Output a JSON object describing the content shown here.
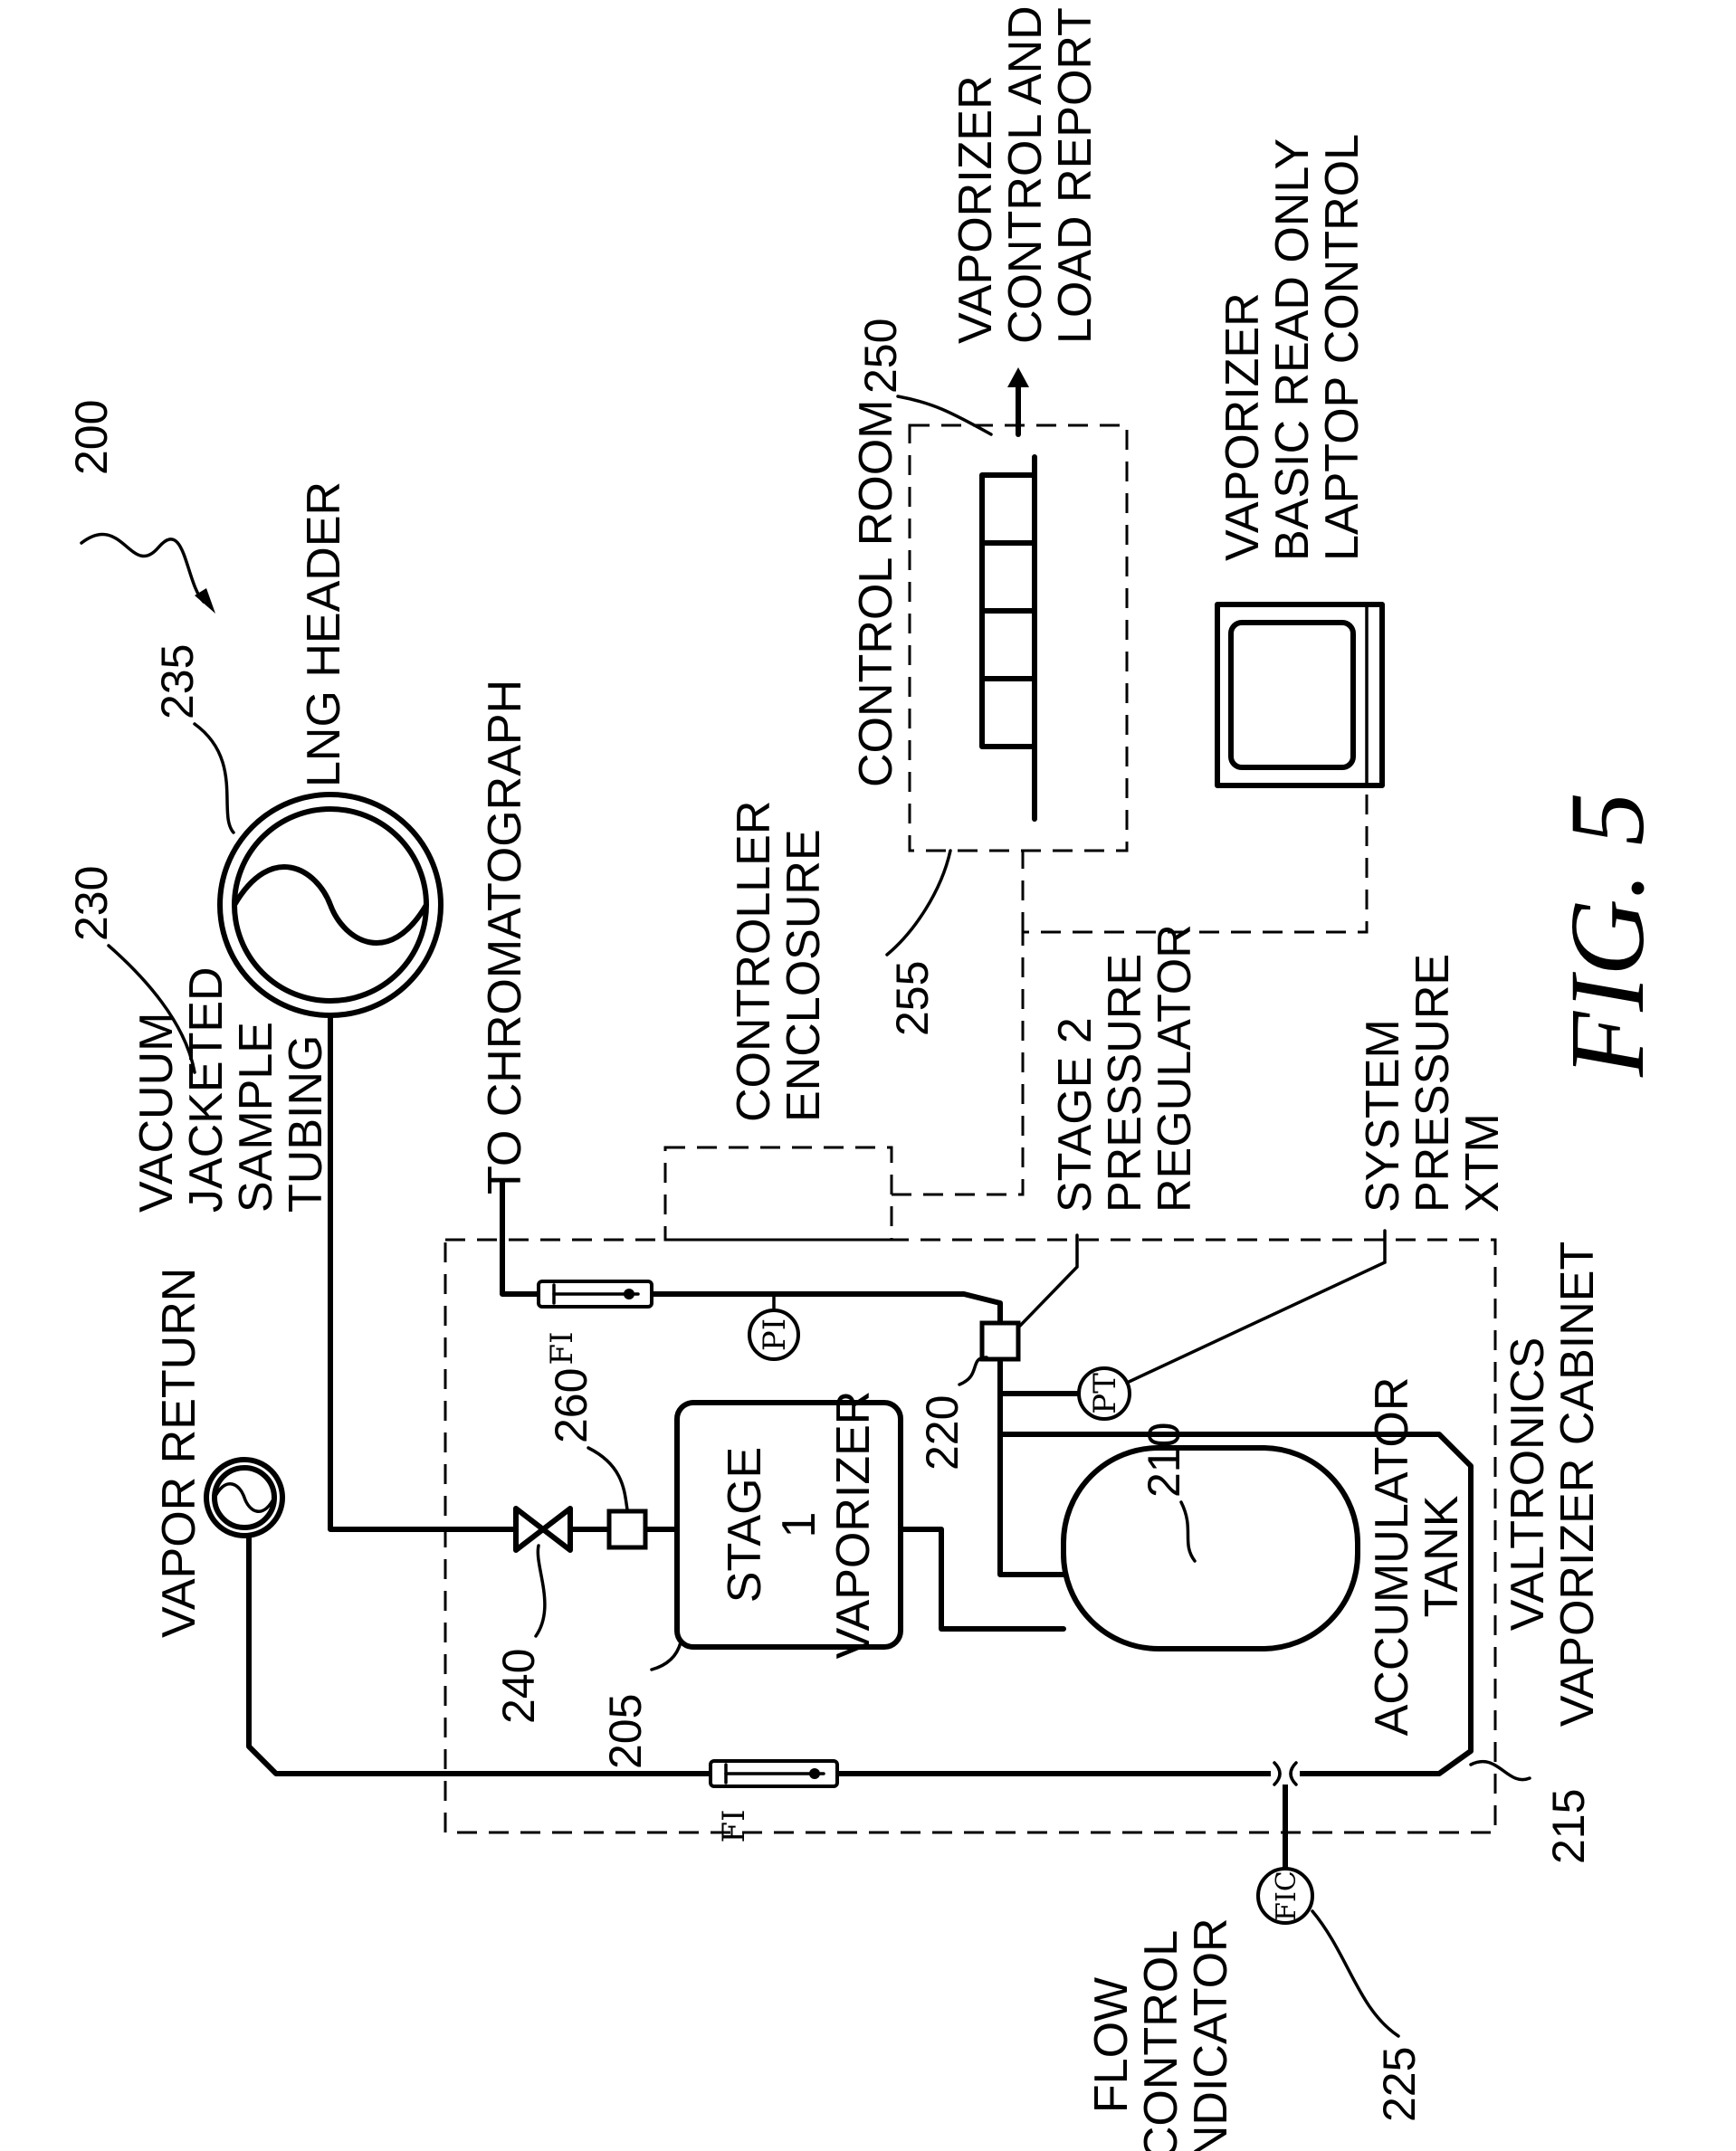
{
  "figure": {
    "number_label": "200",
    "caption": "FIG. 5"
  },
  "labels": {
    "vapor_return": "VAPOR RETURN",
    "vacuum_tubing": [
      "VACUUM",
      "JACKETED",
      "SAMPLE",
      "TUBING"
    ],
    "to_chromatograph": "TO CHROMATOGRAPH",
    "lng_header": "LNG HEADER",
    "controller_enclosure": [
      "CONTROLLER",
      "ENCLOSURE"
    ],
    "control_room": "CONTROL ROOM",
    "control_report": [
      "VAPORIZER",
      "CONTROL AND",
      "LOAD REPORT"
    ],
    "laptop": [
      "VAPORIZER",
      "BASIC READ ONLY",
      "LAPTOP CONTROL"
    ],
    "stage2_regulator": [
      "STAGE 2",
      "PRESSURE",
      "REGULATOR"
    ],
    "system_pressure": [
      "SYSTEM",
      "PRESSURE",
      "XTM"
    ],
    "stage1_vaporizer": [
      "STAGE",
      "1",
      "VAPORIZER"
    ],
    "accumulator_tank": [
      "ACCUMULATOR",
      "TANK"
    ],
    "cabinet": [
      "VALTRONICS",
      "VAPORIZER CABINET"
    ],
    "flow_indicator": [
      "FLOW",
      "CONTROL",
      "INDICATOR"
    ]
  },
  "instruments": {
    "fi_top": "FI",
    "fi_bottom": "FI",
    "pi": "PI",
    "pt": "PT",
    "fic": "FIC"
  },
  "refs": {
    "r205": "205",
    "r210": "210",
    "r215": "215",
    "r220": "220",
    "r225": "225",
    "r230": "230",
    "r235": "235",
    "r240": "240",
    "r250": "250",
    "r255": "255",
    "r260": "260"
  }
}
